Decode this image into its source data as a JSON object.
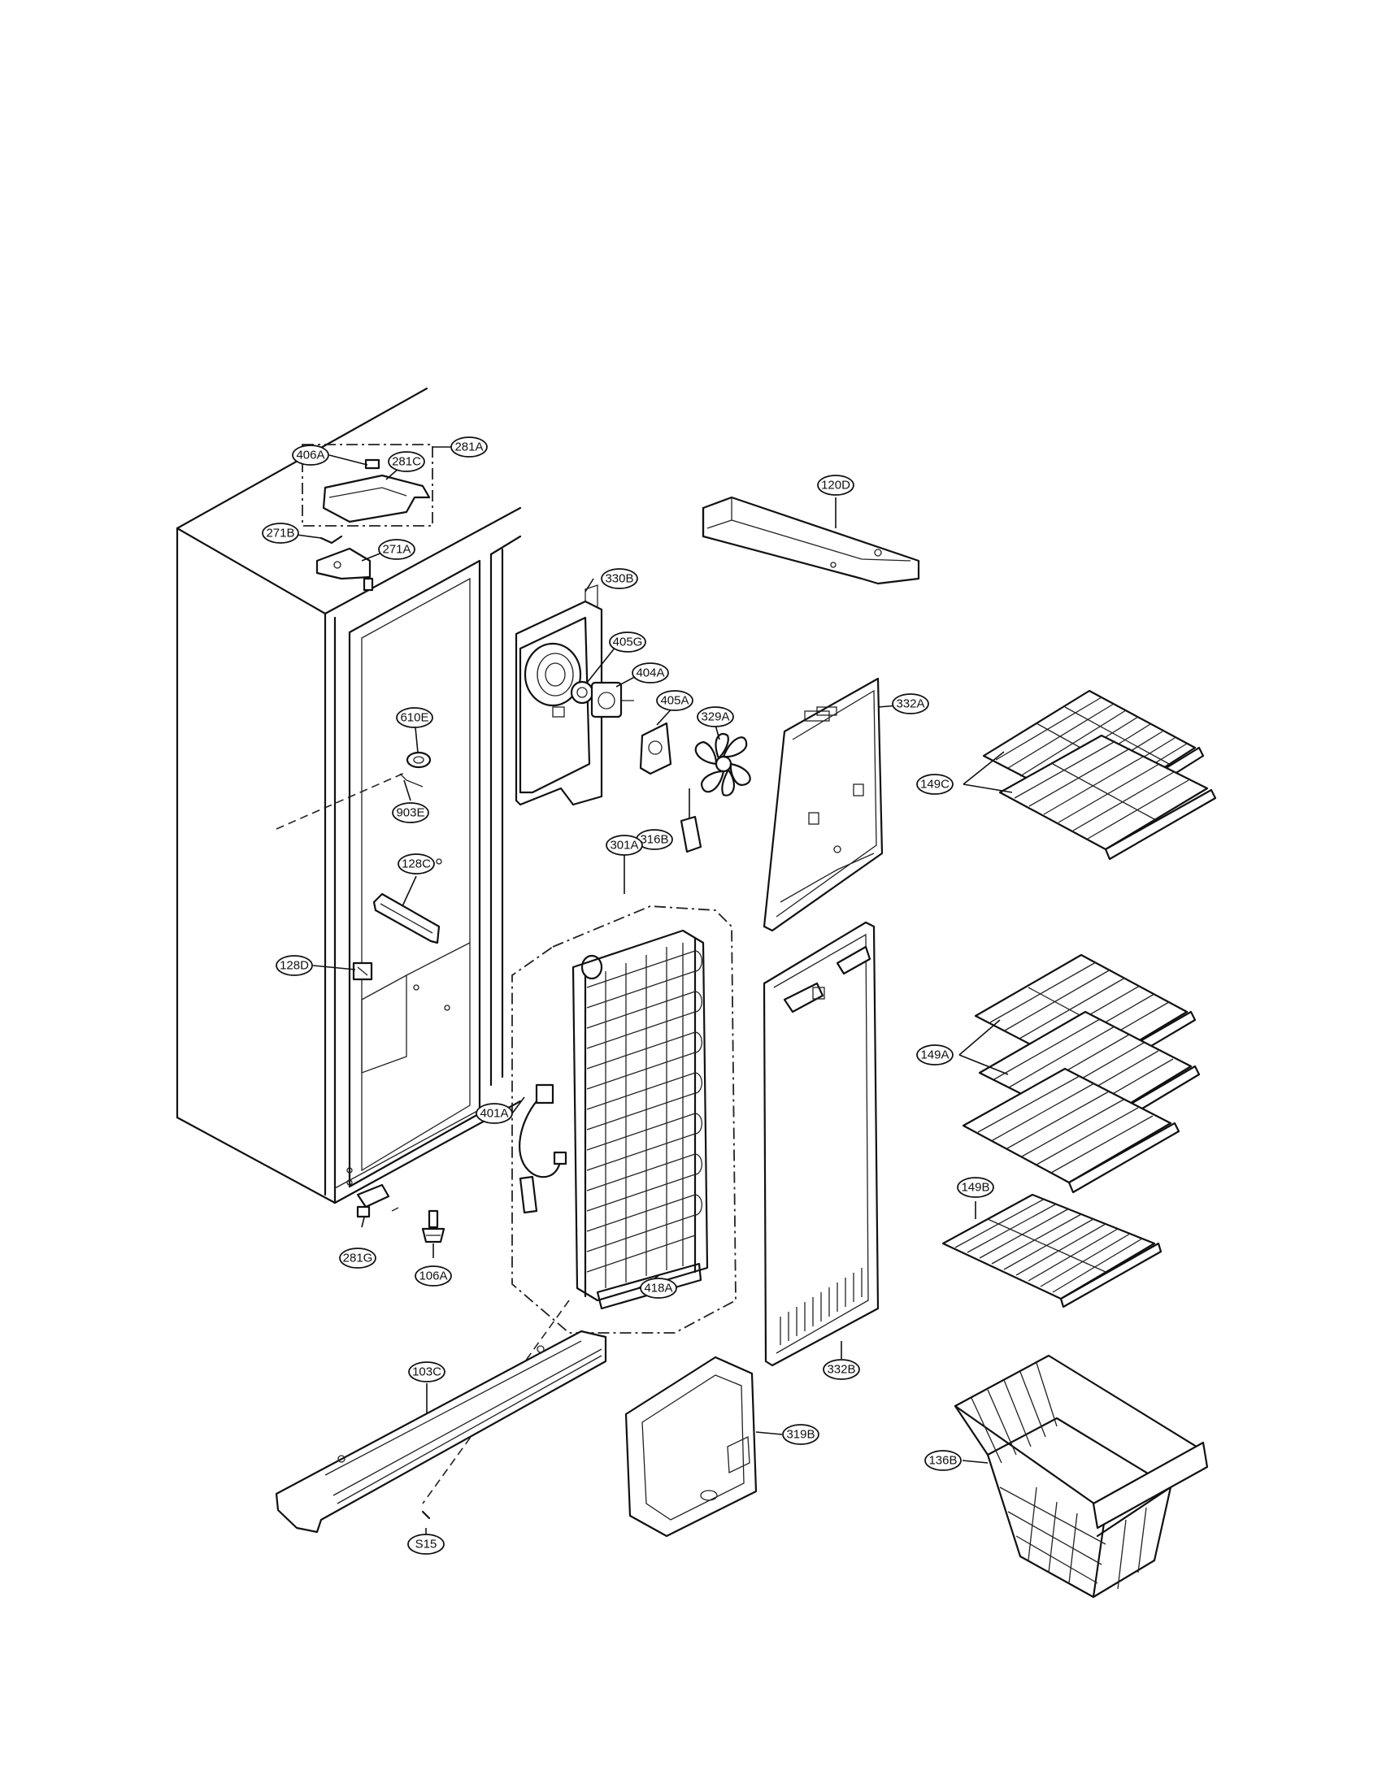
{
  "callouts": [
    {
      "id": "281A",
      "label": "281A"
    },
    {
      "id": "406A",
      "label": "406A"
    },
    {
      "id": "281C",
      "label": "281C"
    },
    {
      "id": "271B",
      "label": "271B"
    },
    {
      "id": "271A",
      "label": "271A"
    },
    {
      "id": "120D",
      "label": "120D"
    },
    {
      "id": "330B",
      "label": "330B"
    },
    {
      "id": "405G",
      "label": "405G"
    },
    {
      "id": "404A",
      "label": "404A"
    },
    {
      "id": "405A",
      "label": "405A"
    },
    {
      "id": "329A",
      "label": "329A"
    },
    {
      "id": "332A",
      "label": "332A"
    },
    {
      "id": "610E",
      "label": "610E"
    },
    {
      "id": "903E",
      "label": "903E"
    },
    {
      "id": "149C",
      "label": "149C"
    },
    {
      "id": "316B",
      "label": "316B"
    },
    {
      "id": "301A",
      "label": "301A"
    },
    {
      "id": "128C",
      "label": "128C"
    },
    {
      "id": "128D",
      "label": "128D"
    },
    {
      "id": "149A",
      "label": "149A"
    },
    {
      "id": "401A",
      "label": "401A"
    },
    {
      "id": "149B",
      "label": "149B"
    },
    {
      "id": "281G",
      "label": "281G"
    },
    {
      "id": "106A",
      "label": "106A"
    },
    {
      "id": "418A",
      "label": "418A"
    },
    {
      "id": "332B",
      "label": "332B"
    },
    {
      "id": "103C",
      "label": "103C"
    },
    {
      "id": "319B",
      "label": "319B"
    },
    {
      "id": "136B",
      "label": "136B"
    },
    {
      "id": "S15",
      "label": "S15"
    }
  ]
}
